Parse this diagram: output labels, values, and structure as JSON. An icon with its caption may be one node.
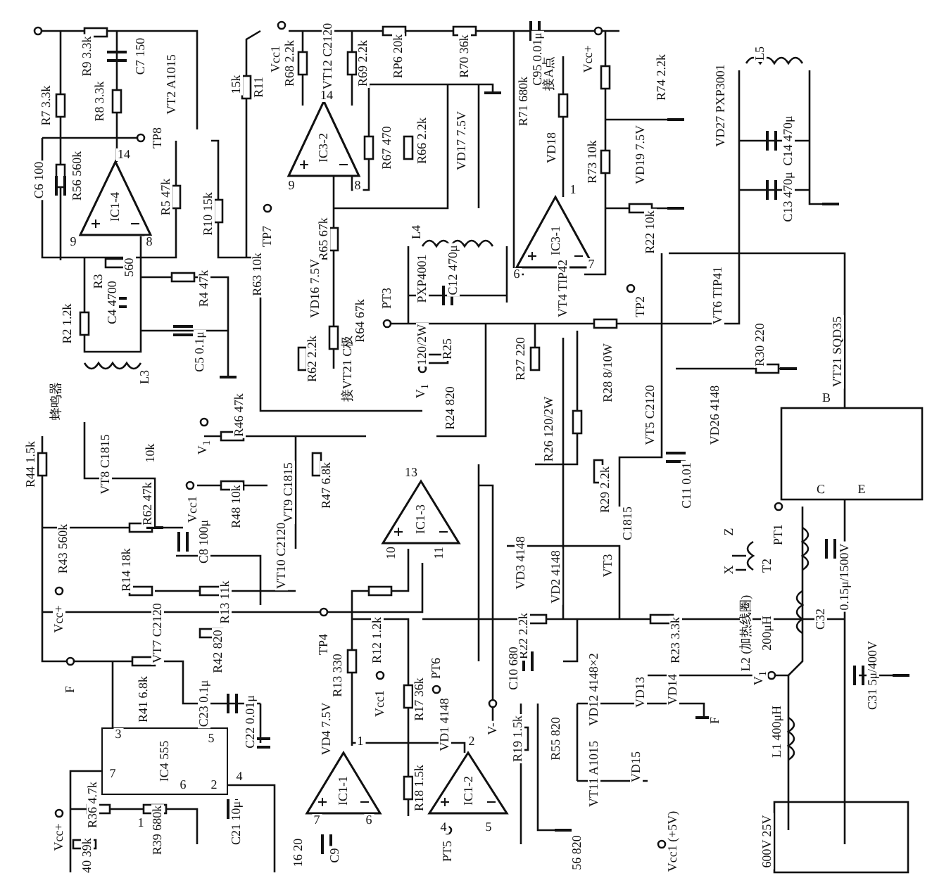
{
  "diagram": {
    "nodes": [
      {
        "text": [
          "IC1-4"
        ]
      },
      {
        "text": [
          "IC3-2"
        ]
      },
      {
        "text": [
          "IC3-1"
        ]
      },
      {
        "text": [
          "IC1-3"
        ]
      },
      {
        "text": [
          "IC1-1"
        ]
      },
      {
        "text": [
          "IC1-2"
        ]
      },
      {
        "text": [
          "IC4 555"
        ]
      }
    ],
    "labels": [
      "Vcc1",
      "R9 3.3k",
      "C7 150",
      "R68 2.2k",
      "VT12 C2120",
      "RP6 20k",
      "R70 36k",
      "C95 0.01μ",
      "Vcc+",
      "R74 2.2k",
      "L5",
      "R7 3.3k",
      "R8 3.3k",
      "VT2 A1015",
      "15k",
      "R11",
      "R69 2.2k",
      "R71 680k",
      "接A点",
      "VD27 PXP3001",
      "C14 470μ",
      "TP8",
      "14",
      "14",
      "R67 470",
      "R66 2.2k",
      "VD17 7.5V",
      "VD18",
      "R73 10k",
      "VD19 7.5V",
      "C6 100",
      "R56 560k",
      "R5 47k",
      "9",
      "8",
      "1",
      "R10 15k",
      "TP7",
      "R63 10k",
      "R65 67k",
      "VD16 7.5V",
      "L4",
      "PXP4001",
      "C12 470μ",
      "6",
      "7",
      "R22 10k",
      "C13 470μ",
      "9",
      "8",
      "R3",
      "560",
      "C4 4700",
      "R2 1.2k",
      "R4 47k",
      "C5 0.1μ",
      "L3",
      "R62 2.2k",
      "接VT21 C极",
      "R64 67k",
      "PT3",
      "120/2W",
      "R25",
      "V$_{1}$",
      "R27 220",
      "VT4 TIP42",
      "TP2",
      "R28 8/10W",
      "VT6 TIP41",
      "R30 220",
      "VT5 C2120",
      "VD26 4148",
      "VT21 SQD35",
      "B",
      "蜂鸣器",
      "V$_{1}$",
      "R46 47k",
      "R24 820",
      "R26 120/2W",
      "R44 1.5k",
      "VT8 C1815",
      "10k",
      "Vcc1",
      "R48 10k",
      "VT9 C1815",
      "R47 6.8k",
      "13",
      "R29 2.2k",
      "C11 0.01",
      "C",
      "E",
      "PT1",
      "R62 47k",
      "R43 560k",
      "C8 100μ",
      "VT10 C2120",
      "10",
      "11",
      "VD3 4148",
      "C1815",
      "VT3",
      "Z",
      "X",
      "T2",
      "0.15μ/1500V",
      "R14 18k",
      "Vcc+",
      "R13 11k",
      "VD2 4148",
      "R12 1.2k",
      "TP4",
      "R22 2.2k",
      "R23 3.3k",
      "C32",
      "L2 (加热线圈)",
      "200μH",
      "F",
      "VT7 C2120",
      "R42 820",
      "R13 330",
      "Vcc1",
      "PT6",
      "C10 680",
      "V$_{1}$",
      "C31 5μ/400V",
      "R41 6.8k",
      "C23 0.1μ",
      "R17 36k",
      "V-",
      "VD12 4148×2",
      "VD13",
      "VD14",
      "C22 0.01μ",
      "3",
      "5",
      "VD4 7.5V",
      "1",
      "VD1 4148",
      "2",
      "R19 1.5k",
      "R55 820",
      "F",
      "L1 400μH",
      "7",
      "6",
      "2",
      "4",
      "VT11 A1015",
      "VD15",
      "Vcc+",
      "R36 4.7k",
      "R39 680k",
      "C21 10μ",
      "R18 1.5k",
      "7",
      "6",
      "4",
      "5",
      "1",
      "Vcc1 (+5V)",
      "600V 25V",
      "PT5",
      "C9",
      "40 39k",
      "16 20",
      "56 820"
    ]
  }
}
